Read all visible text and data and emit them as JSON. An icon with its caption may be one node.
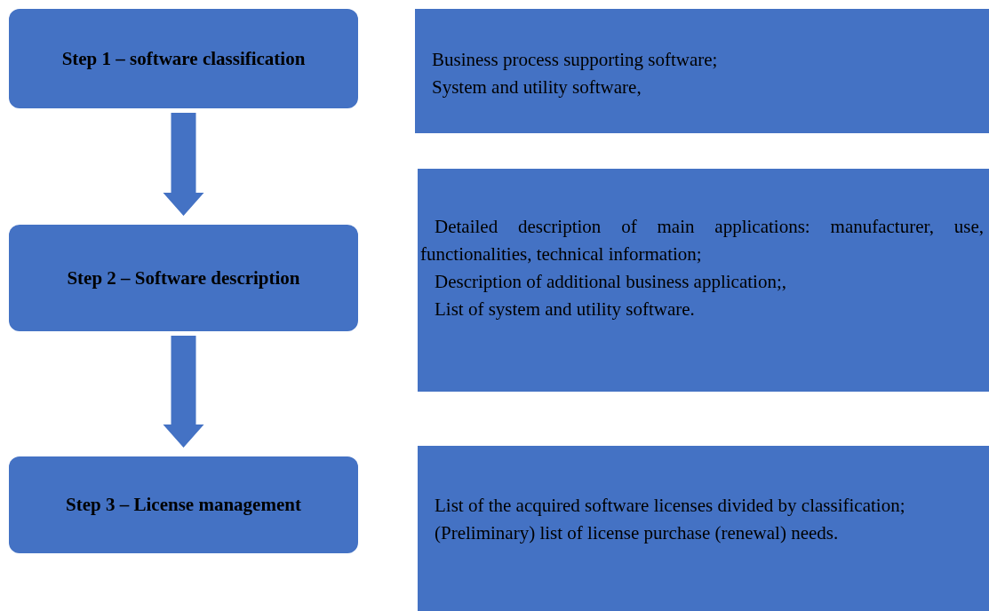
{
  "diagram": {
    "nodes": [
      {
        "text": [
          "Step 1 – software classification"
        ]
      },
      {
        "text": [
          "Step 2 – Software description"
        ]
      },
      {
        "text": [
          "Step 3 – License management"
        ]
      },
      {
        "text": [
          "Business process supporting software;",
          "System and utility software,"
        ]
      },
      {
        "text": [
          "Detailed description of main applications: manufacturer, use, functionalities, technical information;",
          "Description of additional business application;,",
          "List of system and utility software."
        ]
      },
      {
        "text": [
          "List of the acquired software licenses divided by classification;",
          "(Preliminary) list of license purchase (renewal) needs."
        ]
      }
    ],
    "edges": [
      {
        "from": 0,
        "to": 1,
        "arrow": "to",
        "style": "thick"
      },
      {
        "from": 1,
        "to": 2,
        "arrow": "to",
        "style": "thick"
      }
    ]
  }
}
